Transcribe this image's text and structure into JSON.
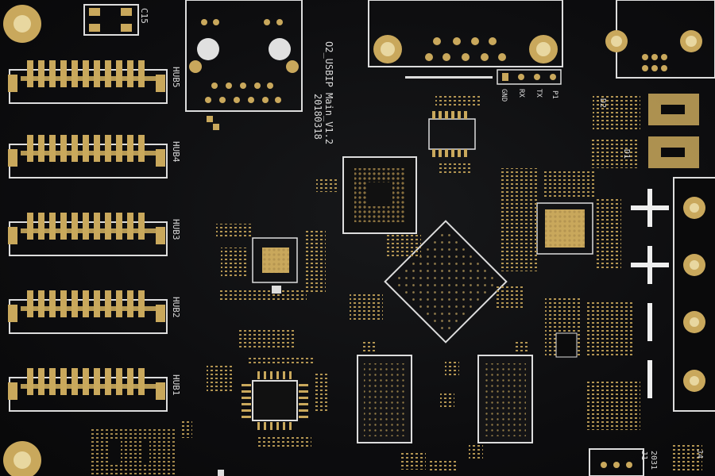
{
  "palette": {
    "board": "#0b0b0c",
    "copper": "#c9a85c",
    "copper_dark": "#8a6c2e",
    "silk": "#e6e6e6",
    "chip": "#141416"
  },
  "silkscreen": {
    "title": "O2_USBIP Main_V1.2",
    "date": "20180318",
    "hub_labels": [
      "HUB5",
      "HUB4",
      "HUB3",
      "HUB2",
      "HUB1"
    ],
    "ref_c15": "C15",
    "pin_gnd": "GND",
    "pin_rx": "RX",
    "pin_tx": "TX",
    "ref_p1": "P1",
    "ref_j1": "J1",
    "ref_d2": "D2",
    "ref_d1": "D1",
    "ref_j4": "J4",
    "ref_2031": "2031"
  },
  "power_symbols": [
    "+",
    "+",
    "−",
    "−"
  ]
}
